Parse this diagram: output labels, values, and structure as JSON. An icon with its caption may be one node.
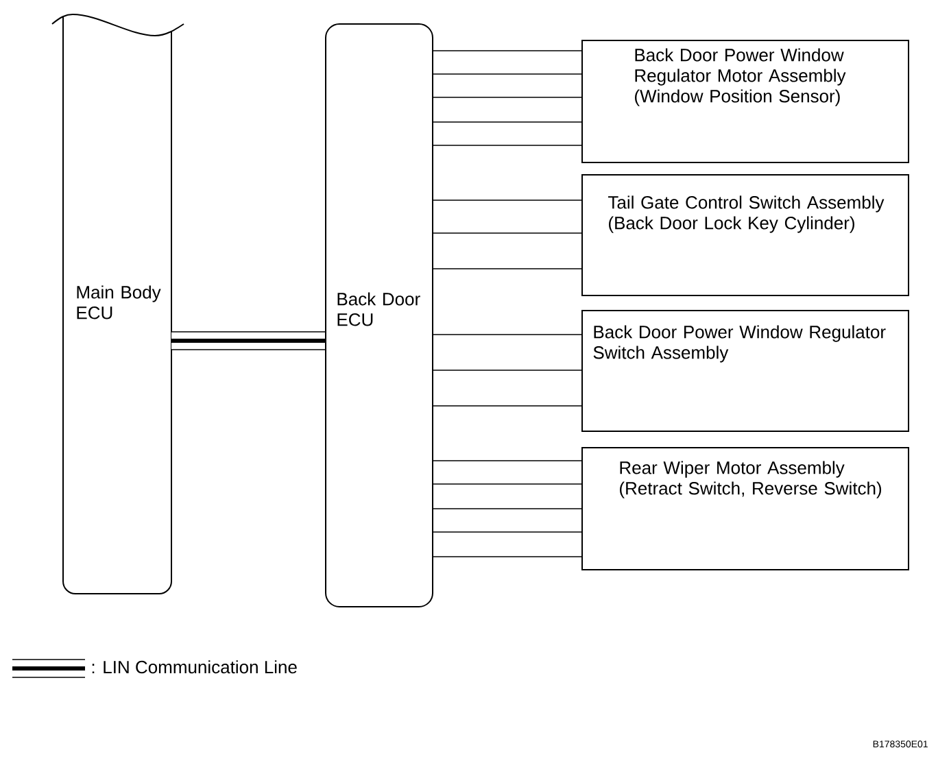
{
  "diagram": {
    "nodes": [
      {
        "text": [
          "Main Body ECU"
        ]
      },
      {
        "text": [
          "Back Door ECU"
        ]
      },
      {
        "text": [
          "Back Door Power Window Regulator Motor Assembly",
          "(Window Position Sensor)"
        ]
      },
      {
        "text": [
          "Tail Gate Control Switch Assembly",
          "(Back Door Lock Key Cylinder)"
        ]
      },
      {
        "text": [
          "Back Door Power Window Regulator Switch Assembly"
        ]
      },
      {
        "text": [
          "Rear Wiper Motor Assembly",
          "(Retract Switch, Reverse Switch)"
        ]
      }
    ],
    "edges": [
      {
        "from": 0,
        "to": 1,
        "arrow": "none",
        "style": "thick"
      },
      {
        "from": 1,
        "to": 2,
        "arrow": "none"
      },
      {
        "from": 1,
        "to": 2,
        "arrow": "none"
      },
      {
        "from": 1,
        "to": 2,
        "arrow": "none"
      },
      {
        "from": 1,
        "to": 2,
        "arrow": "none"
      },
      {
        "from": 1,
        "to": 2,
        "arrow": "none"
      },
      {
        "from": 1,
        "to": 3,
        "arrow": "none"
      },
      {
        "from": 1,
        "to": 3,
        "arrow": "none"
      },
      {
        "from": 1,
        "to": 3,
        "arrow": "none"
      },
      {
        "from": 1,
        "to": 4,
        "arrow": "none"
      },
      {
        "from": 1,
        "to": 4,
        "arrow": "none"
      },
      {
        "from": 1,
        "to": 4,
        "arrow": "none"
      },
      {
        "from": 1,
        "to": 5,
        "arrow": "none"
      },
      {
        "from": 1,
        "to": 5,
        "arrow": "none"
      },
      {
        "from": 1,
        "to": 5,
        "arrow": "none"
      },
      {
        "from": 1,
        "to": 5,
        "arrow": "none"
      },
      {
        "from": 1,
        "to": 5,
        "arrow": "none"
      }
    ],
    "labels": [
      "B178350E01"
    ],
    "legend": [
      {
        "text": ": LIN Communication Line"
      }
    ]
  }
}
